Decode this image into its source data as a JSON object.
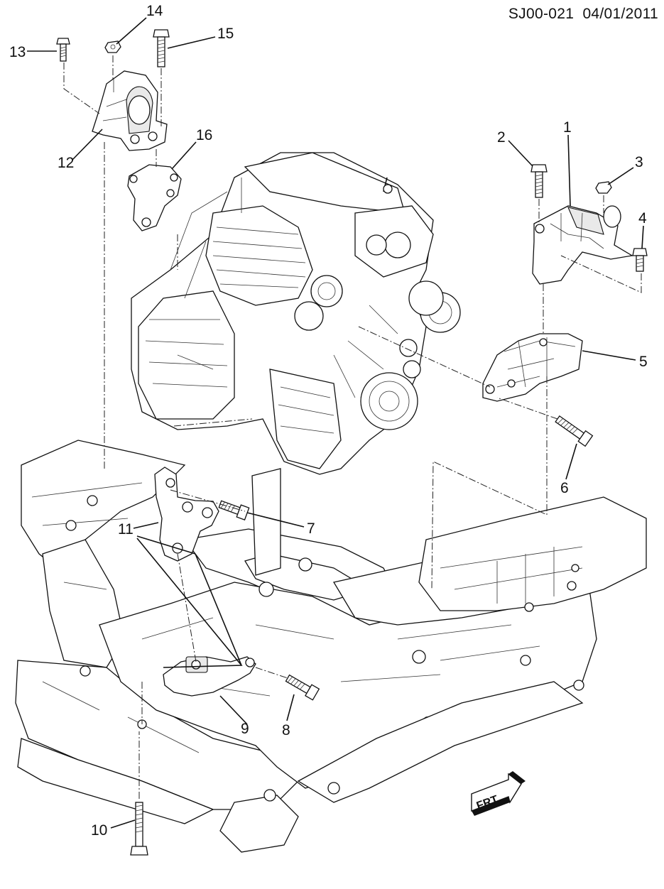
{
  "header": {
    "drawing_id": "SJ00-021",
    "date": "04/01/2011"
  },
  "callouts": [
    {
      "num": "1"
    },
    {
      "num": "2"
    },
    {
      "num": "3"
    },
    {
      "num": "4"
    },
    {
      "num": "5"
    },
    {
      "num": "6"
    },
    {
      "num": "7"
    },
    {
      "num": "8"
    },
    {
      "num": "9"
    },
    {
      "num": "10"
    },
    {
      "num": "11"
    },
    {
      "num": "12"
    },
    {
      "num": "13"
    },
    {
      "num": "14"
    },
    {
      "num": "15"
    },
    {
      "num": "16"
    }
  ],
  "badge": {
    "text": "FRT"
  }
}
